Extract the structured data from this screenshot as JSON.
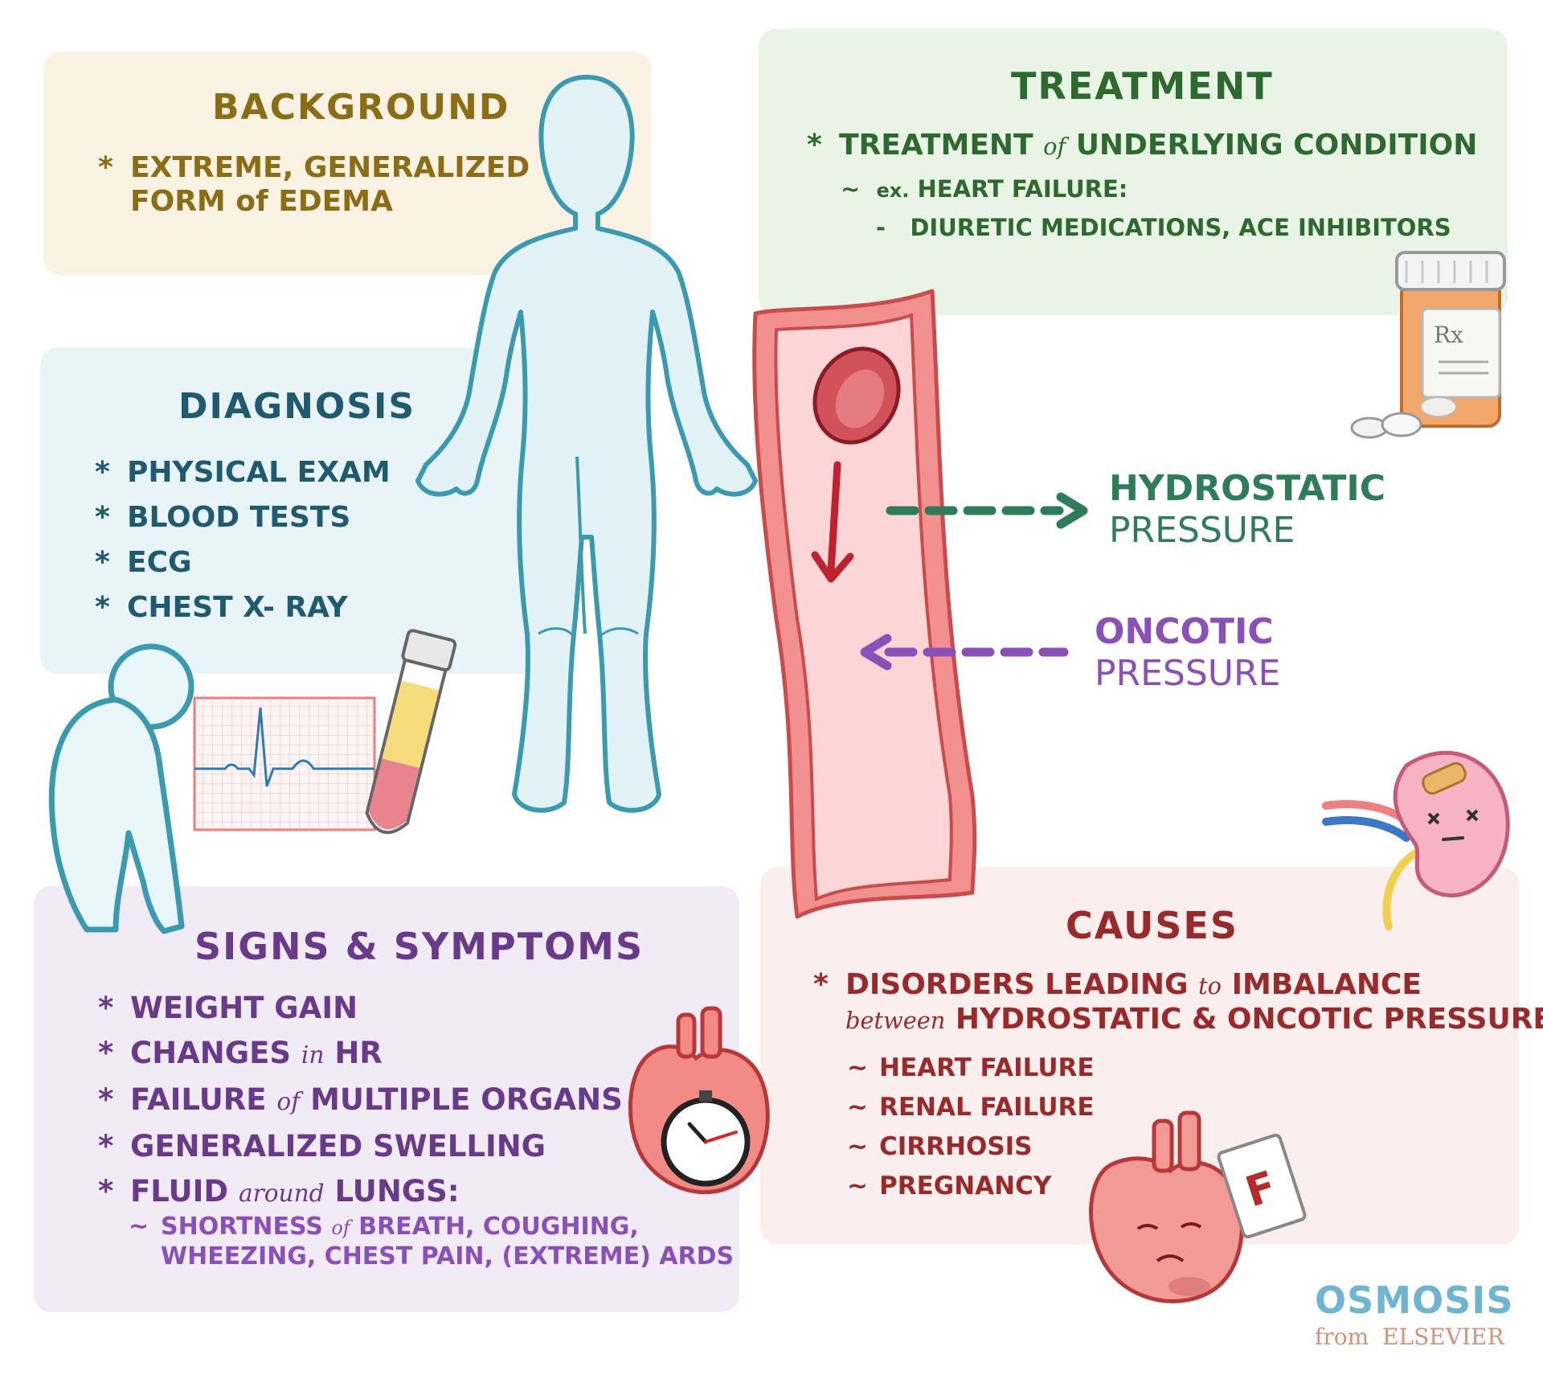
{
  "colors": {
    "background_panel": "#faf3e4",
    "background_text": "#8a6d14",
    "diagnosis_panel": "#e8f4f8",
    "diagnosis_text": "#1f5a6e",
    "treatment_panel": "#e9f4e6",
    "treatment_text": "#2e6a2f",
    "signs_panel": "#f1ebf6",
    "signs_text": "#6a3a8a",
    "causes_panel": "#fbeeee",
    "causes_text": "#9a2a2a",
    "hydrostatic": "#2e7d5a",
    "oncotic": "#8a4fb8",
    "vessel": "#f28f8f",
    "osmosis": "#4aa3c7"
  },
  "background": {
    "title": "BACKGROUND",
    "items": [
      {
        "text": "EXTREME, GENERALIZED"
      },
      {
        "text": "FORM of EDEMA"
      }
    ],
    "bullet": "*"
  },
  "treatment": {
    "title": "TREATMENT",
    "item_main_a": "TREATMENT",
    "item_main_of": "of",
    "item_main_b": "UNDERLYING CONDITION",
    "sub_tilde": "~",
    "sub_ex": "ex.",
    "sub_label": "HEART FAILURE:",
    "sub_dash": "-",
    "sub_detail": "DIURETIC MEDICATIONS, ACE INHIBITORS",
    "bullet": "*",
    "pill_label": "Rx"
  },
  "diagnosis": {
    "title": "DIAGNOSIS",
    "bullet": "*",
    "items": [
      "PHYSICAL EXAM",
      "BLOOD TESTS",
      "ECG",
      "CHEST X- RAY"
    ]
  },
  "pressures": {
    "hydrostatic_1": "HYDROSTATIC",
    "hydrostatic_2": "PRESSURE",
    "oncotic_1": "ONCOTIC",
    "oncotic_2": "PRESSURE"
  },
  "signs": {
    "title": "SIGNS & SYMPTOMS",
    "bullet": "*",
    "item1": "WEIGHT GAIN",
    "item2_a": "CHANGES",
    "item2_in": "in",
    "item2_b": "HR",
    "item3_a": "FAILURE",
    "item3_of": "of",
    "item3_b": "MULTIPLE ORGANS",
    "item4": "GENERALIZED SWELLING",
    "item5_a": "FLUID",
    "item5_around": "around",
    "item5_b": "LUNGS:",
    "sub_tilde": "~",
    "sub_line1_a": "SHORTNESS",
    "sub_line1_of": "of",
    "sub_line1_b": "BREATH, COUGHING,",
    "sub_line2": "WHEEZING, CHEST PAIN, (EXTREME) ARDS"
  },
  "causes": {
    "title": "CAUSES",
    "bullet": "*",
    "line1_a": "DISORDERS LEADING",
    "line1_to": "to",
    "line1_b": "IMBALANCE",
    "line2_between": "between",
    "line2_b": "HYDROSTATIC & ONCOTIC PRESSURE",
    "tilde": "~",
    "subitems": [
      "HEART FAILURE",
      "RENAL FAILURE",
      "CIRRHOSIS",
      "PREGNANCY"
    ],
    "grade_letter": "F"
  },
  "logo": {
    "brand": "OSMOSIS",
    "from": "from",
    "company": "ELSEVIER"
  }
}
